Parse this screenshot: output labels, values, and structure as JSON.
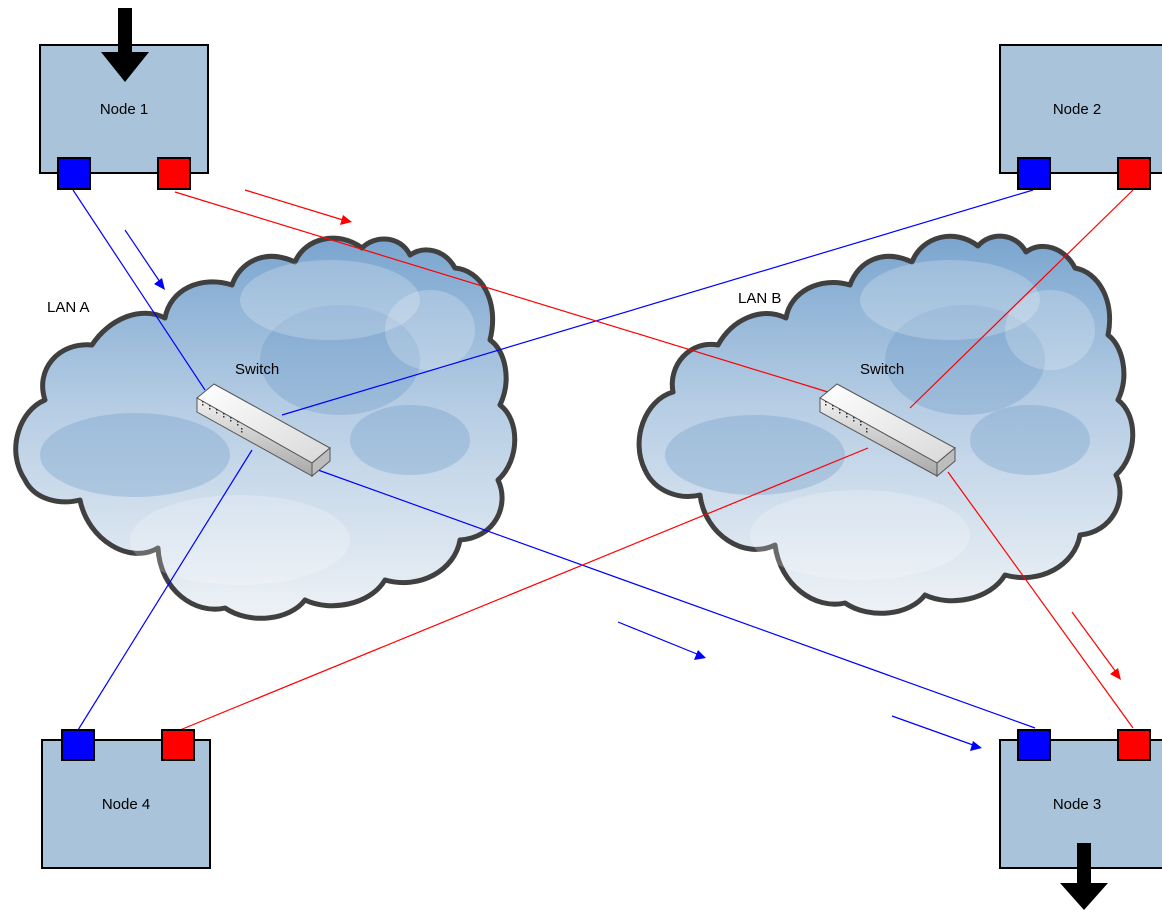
{
  "nodes": {
    "node1": {
      "label": "Node 1"
    },
    "node2": {
      "label": "Node 2"
    },
    "node3": {
      "label": "Node 3"
    },
    "node4": {
      "label": "Node 4"
    }
  },
  "lans": {
    "lan_a": {
      "label": "LAN A",
      "switch_label": "Switch"
    },
    "lan_b": {
      "label": "LAN B",
      "switch_label": "Switch"
    }
  },
  "colors": {
    "lan_a_link": "#0000ff",
    "lan_b_link": "#ff0000",
    "node_fill": "#a9c3da",
    "io_arrow": "#000000"
  },
  "icons": {
    "input_arrow": "down-arrow-icon",
    "output_arrow": "down-arrow-icon",
    "switch": "network-switch-icon",
    "cloud": "cloud-icon"
  }
}
